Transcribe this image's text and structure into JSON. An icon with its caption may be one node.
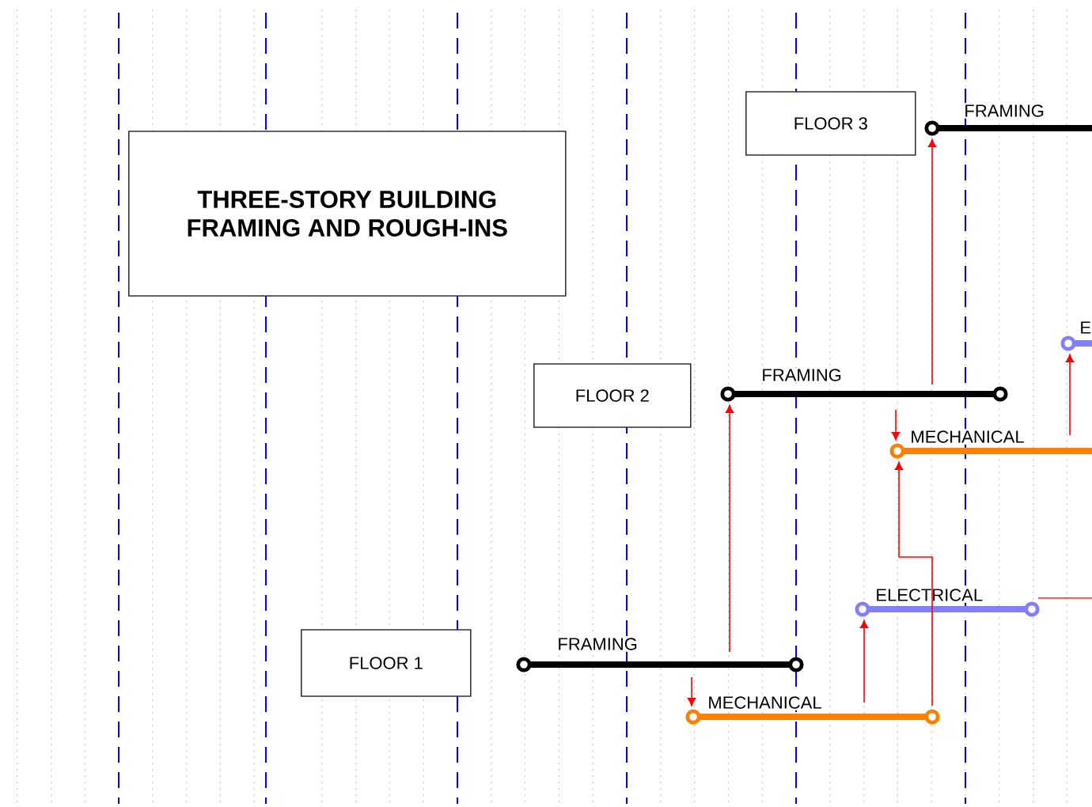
{
  "diagram": {
    "nodes": [
      {
        "text": [
          "THREE-STORY BUILDING FRAMING AND ROUGH-INS"
        ]
      },
      {
        "text": [
          "FLOOR 3"
        ]
      },
      {
        "text": [
          "FLOOR 2"
        ]
      },
      {
        "text": [
          "FLOOR 1"
        ]
      },
      {
        "text": [],
        "shape": "bar",
        "beside": [
          "FRAMING"
        ]
      },
      {
        "text": [],
        "shape": "bar",
        "beside": [
          "E"
        ]
      },
      {
        "text": [],
        "shape": "bar",
        "beside": [
          "FRAMING"
        ]
      },
      {
        "text": [],
        "shape": "bar",
        "beside": [
          "MECHANICAL"
        ]
      },
      {
        "text": [],
        "shape": "bar",
        "beside": [
          "ELECTRICAL"
        ]
      },
      {
        "text": [],
        "shape": "bar",
        "beside": [
          "FRAMING"
        ]
      },
      {
        "text": [],
        "shape": "bar",
        "beside": [
          "MECHANICAL"
        ]
      }
    ],
    "edges": [
      {
        "from": 6,
        "to": 4,
        "arrow": "to"
      },
      {
        "from": 6,
        "to": 7,
        "arrow": "to"
      },
      {
        "from": 7,
        "to": 5,
        "arrow": "to"
      },
      {
        "from": 10,
        "to": 7,
        "arrow": "to"
      },
      {
        "from": 9,
        "to": 6,
        "arrow": "to"
      },
      {
        "from": 9,
        "to": 10,
        "arrow": "to"
      },
      {
        "from": 10,
        "to": 8,
        "arrow": "to"
      },
      {
        "from": 8,
        "to": null,
        "arrow": "none"
      }
    ]
  }
}
